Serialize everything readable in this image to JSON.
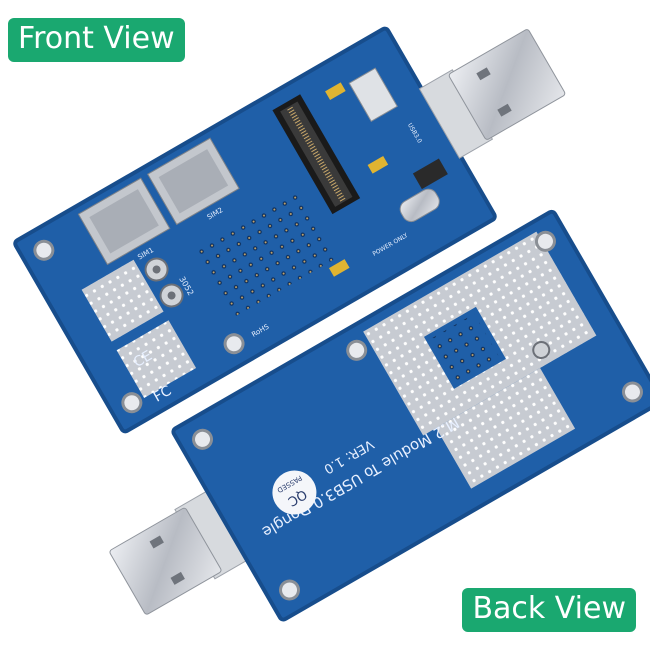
{
  "labels": {
    "front_view": "Front View",
    "back_view": "Back View"
  },
  "back_board": {
    "title": "M.2 Module To USB3.0 Dongle",
    "version": "VER: 1.0",
    "qc_line1": "QC",
    "qc_line2": "PASSED"
  },
  "front_board": {
    "sim1": "SIM1",
    "sim2": "SIM2",
    "power_only": "POWER ONLY",
    "usb": "USB3.0",
    "rohs": "RoHS",
    "sma_label": "3052"
  },
  "colors": {
    "pcb_blue": "#1f5fa8",
    "pcb_edge": "#174d8c",
    "tag_green": "#1aa870",
    "metal": "#c9ccd2"
  }
}
